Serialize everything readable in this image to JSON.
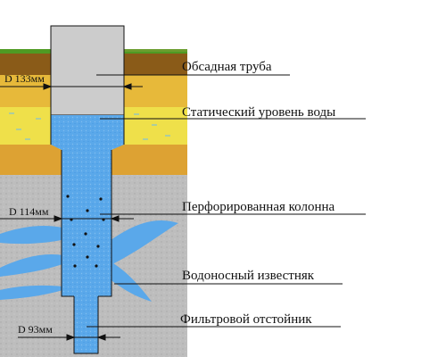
{
  "labels": {
    "casing": "Обсадная труба",
    "static_level": "Статический уровень воды",
    "perforated": "Перфорированная колонна",
    "aquifer": "Водоносный известняк",
    "sump": "Фильтровой отстойник"
  },
  "dimensions": {
    "d_casing": "D 133мм",
    "d_perforated": "D 114мм",
    "d_sump": "D 93мм"
  },
  "colors": {
    "grass": "#4f9a23",
    "topsoil": "#8a5b18",
    "sand": "#e7b93a",
    "wet_sand": "#efe04a",
    "clay": "#dda233",
    "limestone": "#b9b9b9",
    "water": "#5aa8ea",
    "casing": "#cccccc",
    "outline": "#111111"
  }
}
